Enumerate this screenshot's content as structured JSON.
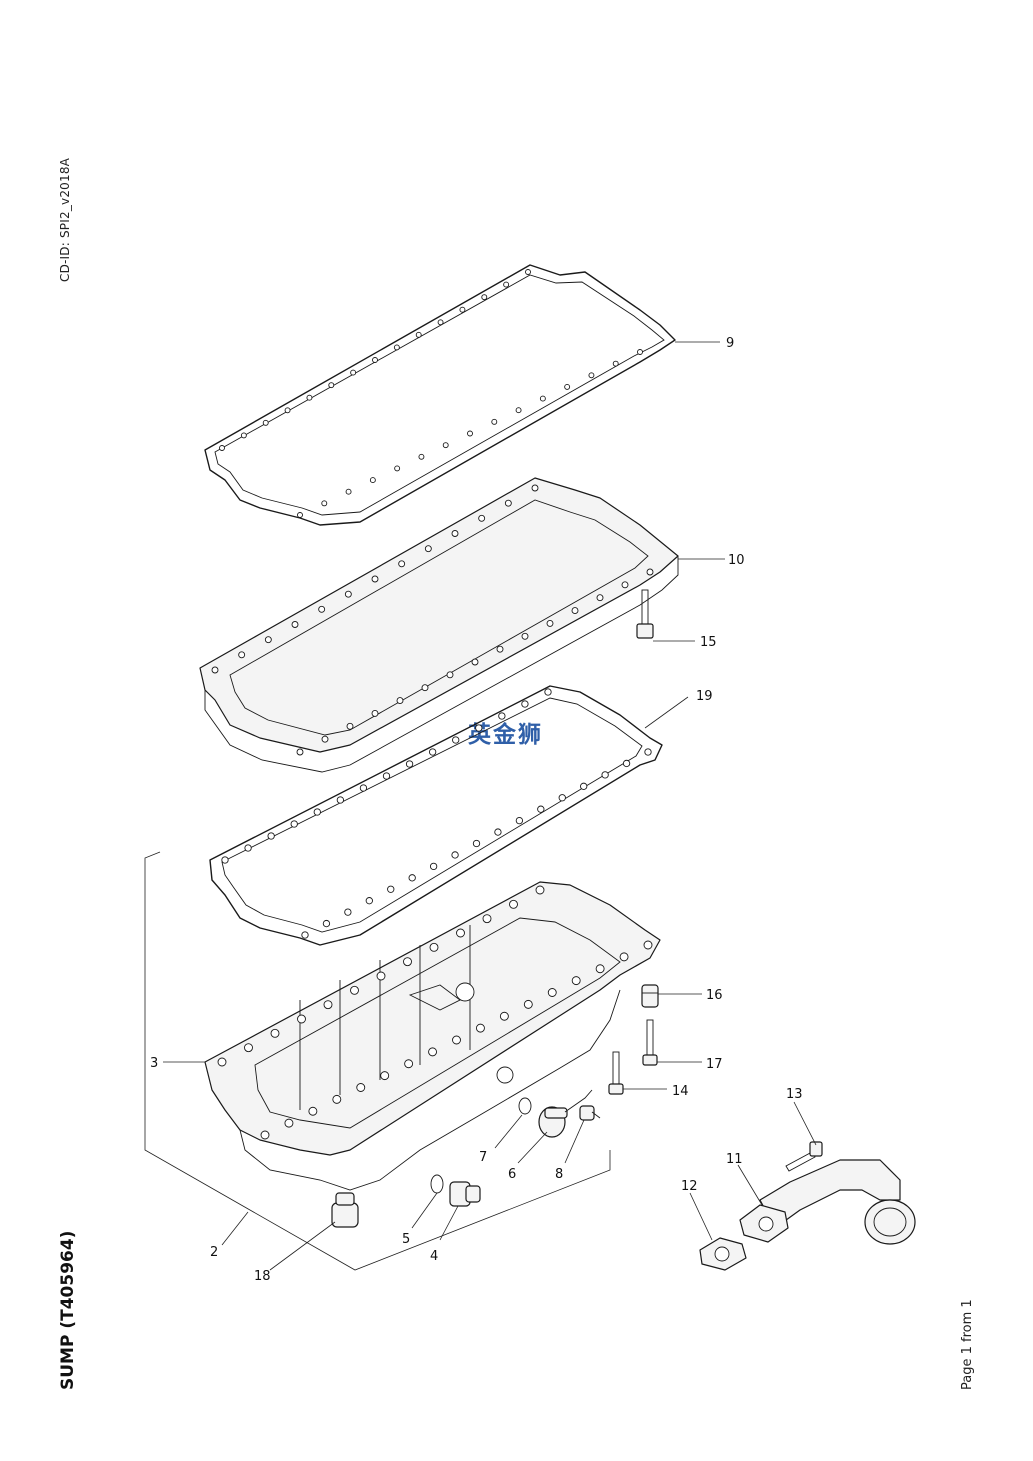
{
  "cd_id": "CD-ID: SPI2_v2018A",
  "title": "SUMP (T405964)",
  "page_label": "Page 1 from 1",
  "watermark": "英金狮",
  "callouts": {
    "c1": "9",
    "c2": "10",
    "c3": "15",
    "c4": "19",
    "c5": "3",
    "c6": "16",
    "c7": "17",
    "c8": "14",
    "c9": "13",
    "c10": "11",
    "c11": "12",
    "c12": "7",
    "c13": "6",
    "c14": "8",
    "c15": "5",
    "c16": "4",
    "c17": "2",
    "c18": "18"
  }
}
